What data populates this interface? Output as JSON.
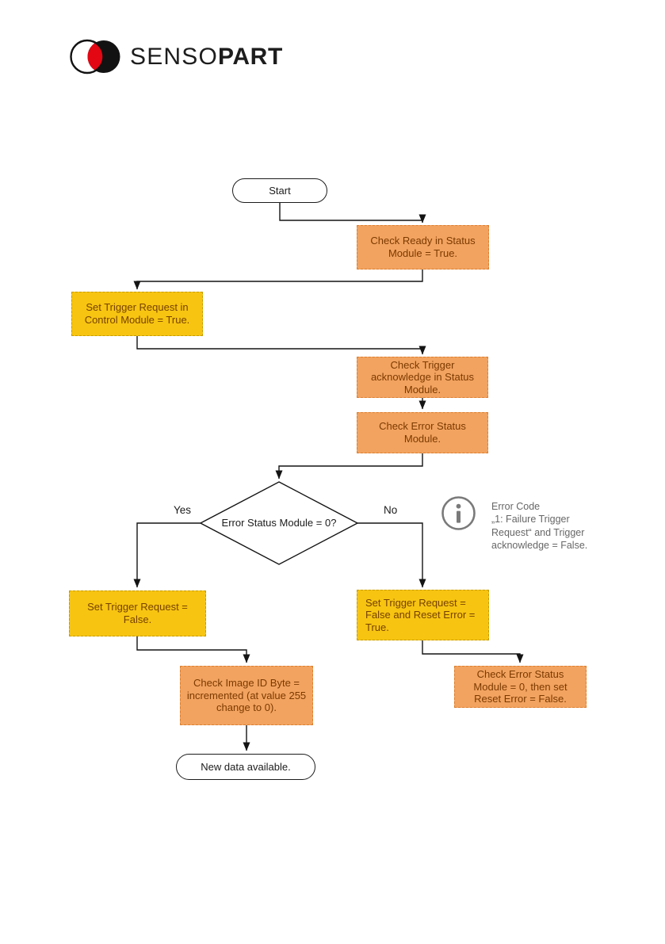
{
  "logo": {
    "brand_light": "SENSO",
    "brand_bold": "PART"
  },
  "flowchart": {
    "start": "Start",
    "check_ready": "Check Ready in Status Module = True.",
    "set_trigger_control": "Set Trigger Request in Control Module = True.",
    "check_trigger_ack": "Check Trigger acknowledge in Status Module.",
    "check_error_status": "Check Error Status Module.",
    "decision": "Error Status Module = 0?",
    "yes_label": "Yes",
    "no_label": "No",
    "set_trigger_false": "Set Trigger Request = False.",
    "set_trigger_false_reset": "Set Trigger Request = False and Reset Error = True.",
    "check_image_id": "Check Image ID Byte = incremented (at value 255 change to 0).",
    "new_data": "New data available.",
    "check_error_reset": "Check Error Status Module = 0, then set Reset Error = False."
  },
  "note": {
    "icon": "info-icon",
    "lines": [
      "Error Code",
      "„1: Failure Trigger",
      "Request“ and Trigger",
      "acknowledge = False."
    ]
  },
  "colors": {
    "orange_fill": "#F2A360",
    "orange_border": "#DC7F2F",
    "yellow_fill": "#F7C411",
    "yellow_border": "#C59C00",
    "box_text_orange": "#7C3A00",
    "box_text_yellow": "#774200",
    "edge_stroke": "#141414",
    "note_gray": "#676767",
    "logo_red": "#E30613",
    "logo_black": "#121212"
  }
}
